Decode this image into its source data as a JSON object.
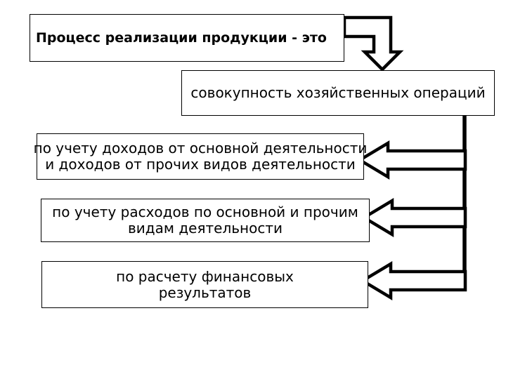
{
  "diagram": {
    "colors": {
      "stroke": "#000000",
      "shape_fill": "#ffffff",
      "background": "#ffffff",
      "text": "#000000"
    },
    "title_box": {
      "text": "Процесс реализации продукции - это"
    },
    "definition_box": {
      "text": "совокупность хозяйственных операций"
    },
    "branch_boxes": [
      {
        "lines": [
          "по учету доходов от основной деятельности",
          "и доходов от прочих видов деятельности"
        ]
      },
      {
        "lines": [
          "по учету расходов по основной и прочим",
          "видам деятельности"
        ]
      },
      {
        "lines": [
          "по расчету финансовых",
          "результатов"
        ]
      }
    ]
  }
}
